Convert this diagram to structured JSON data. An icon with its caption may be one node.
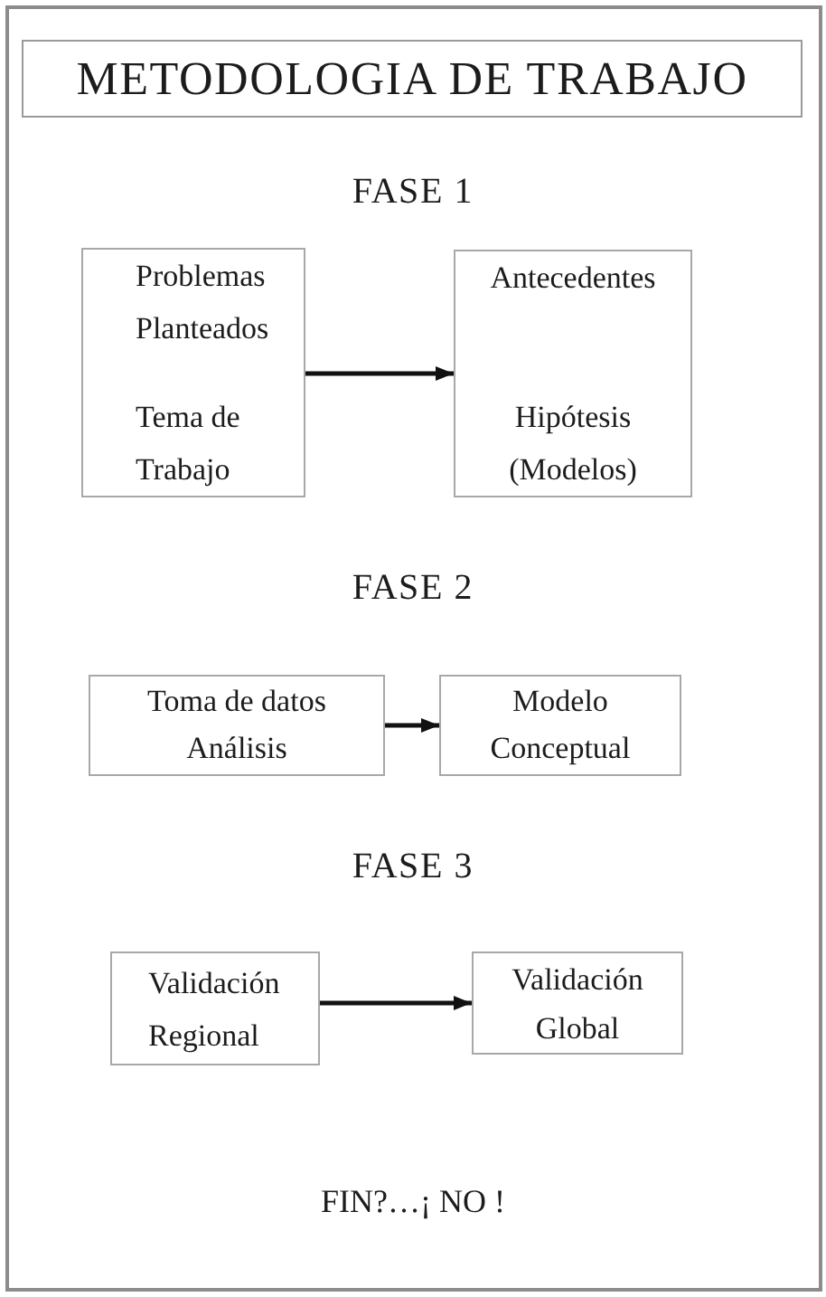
{
  "diagram": {
    "title": "METODOLOGIA DE TRABAJO",
    "nodes": [
      {
        "text": [
          "Problemas Planteados",
          "Tema de Trabajo"
        ]
      },
      {
        "text": [
          "Antecedentes",
          "Hipótesis (Modelos)"
        ]
      },
      {
        "text": [
          "Toma de datos",
          "Análisis"
        ]
      },
      {
        "text": [
          "Modelo Conceptual"
        ]
      },
      {
        "text": [
          "Validación Regional"
        ]
      },
      {
        "text": [
          "Validación Global"
        ]
      }
    ],
    "edges": [
      {
        "from": 0,
        "to": 1,
        "arrow": "to"
      },
      {
        "from": 2,
        "to": 3,
        "arrow": "to"
      },
      {
        "from": 4,
        "to": 5,
        "arrow": "to"
      }
    ],
    "labels": [
      "FASE 1",
      "FASE 2",
      "FASE 3",
      "FIN?…¡ NO !"
    ]
  }
}
